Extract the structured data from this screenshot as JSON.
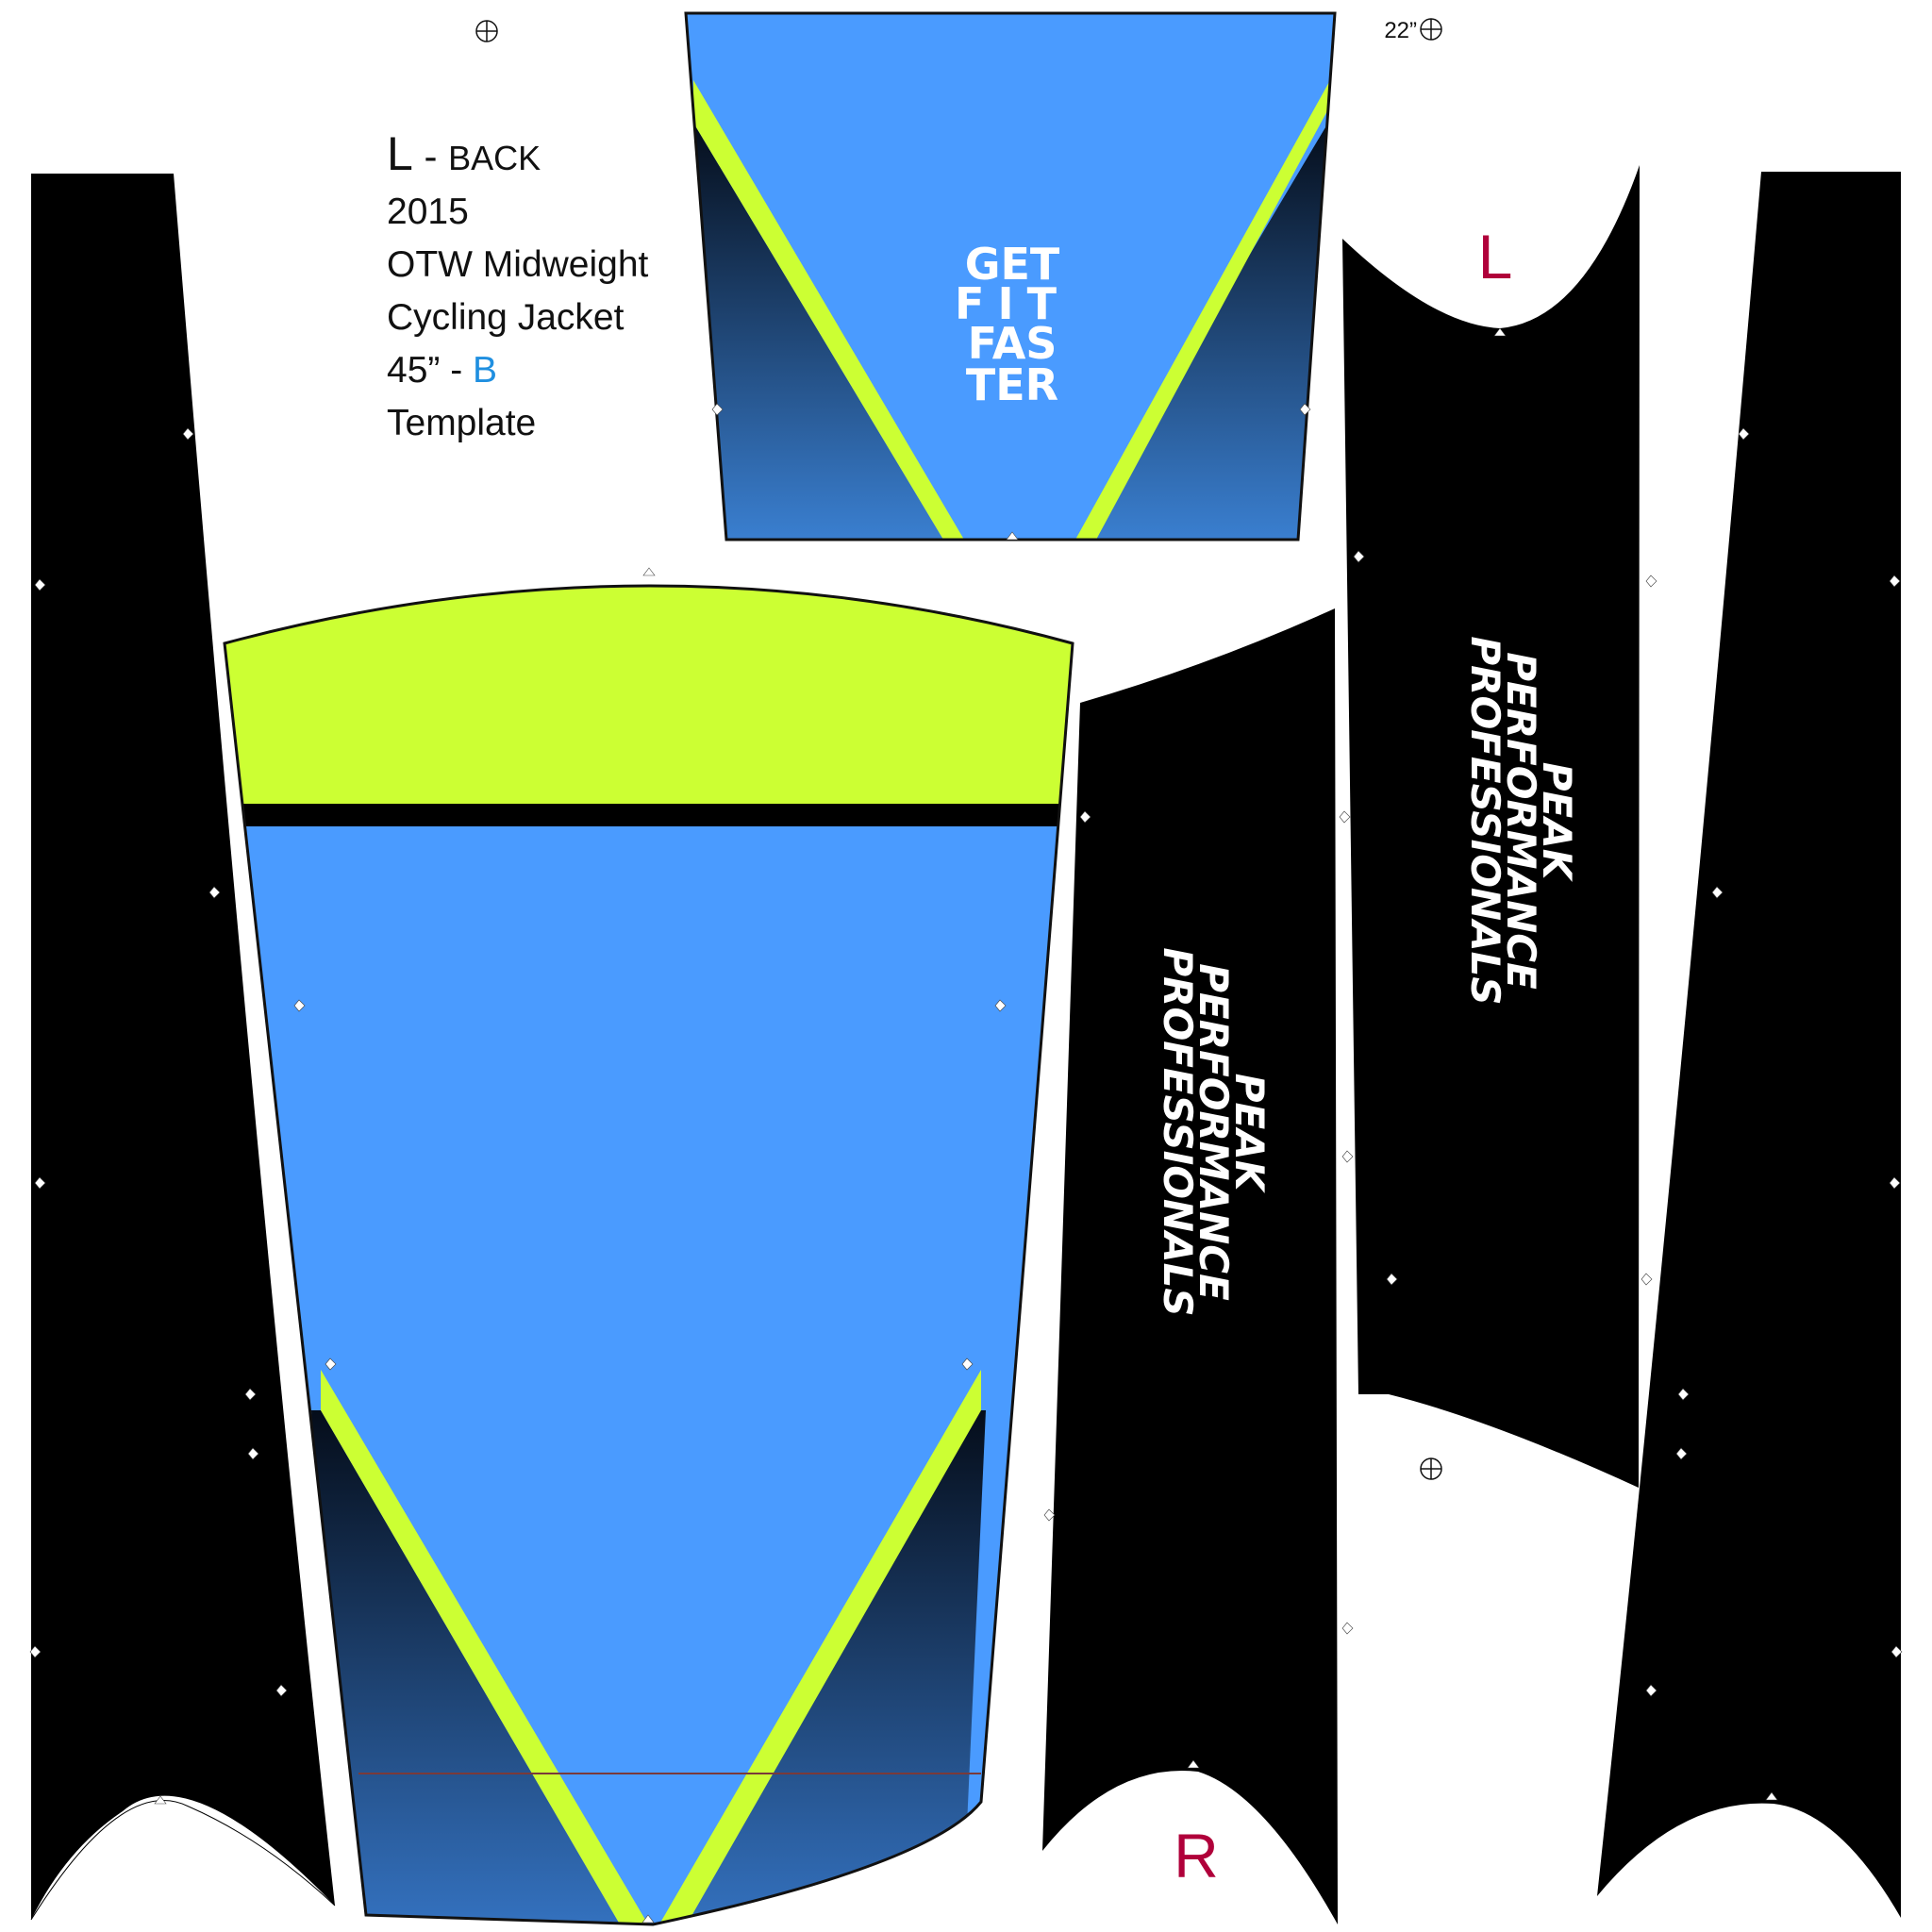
{
  "colors": {
    "blue": "#4a9bff",
    "blue_dark": "#0a1628",
    "lime": "#ccff33",
    "black": "#000000",
    "red": "#b0003a",
    "label_blue": "#1f8fe0"
  },
  "info": {
    "line1_letter": "L",
    "line1_dash": " - ",
    "line1_rest": "BACK",
    "line2": "2015",
    "line3": "OTW Midweight",
    "line4": "Cycling Jacket",
    "line5_prefix": "45” - ",
    "line5_accent": "B",
    "line6": "Template"
  },
  "collar": {
    "slogan": [
      "GET",
      "FIT",
      "FAS",
      "TER"
    ]
  },
  "sleeves": {
    "brand": [
      "PEAK",
      "PERFORMANCE",
      "PROFESSIONALS"
    ],
    "mark_top": "L",
    "mark_bottom": "R"
  },
  "size_mark": "22”",
  "icons": [
    "registration-mark-icon",
    "registration-mark-icon",
    "registration-mark-icon"
  ]
}
